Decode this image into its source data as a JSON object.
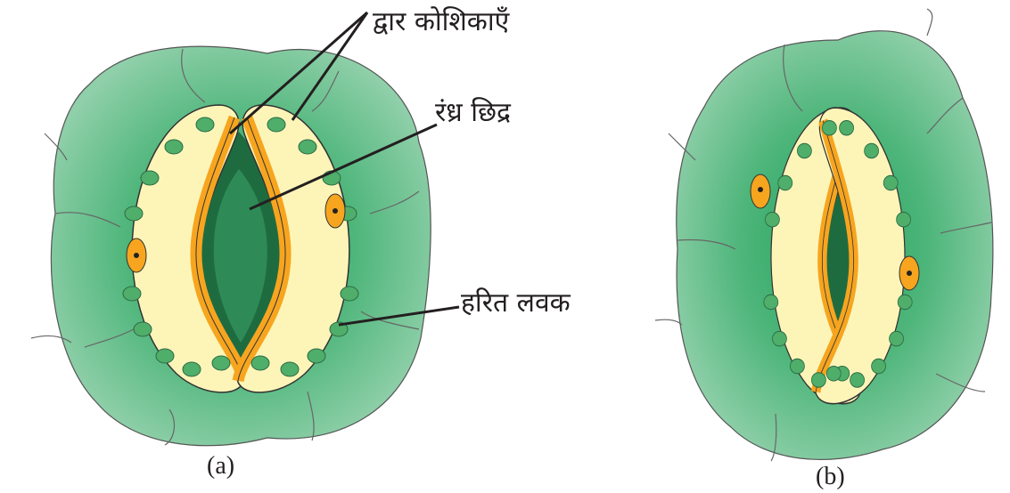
{
  "labels": {
    "guard_cells": "द्वार कोशिकाएँ",
    "stomatal_pore": "रंध्र छिद्र",
    "chloroplast": "हरित लवक"
  },
  "captions": {
    "open": "(a)",
    "closed": "(b)"
  },
  "colors": {
    "epidermal_cell": "#6cc08e",
    "epidermal_dark": "#2fa863",
    "guard_cell": "#fdf5b8",
    "wall_thickening": "#f7a51f",
    "pore": "#1f6b40",
    "chloroplast": "#4fae6a"
  }
}
